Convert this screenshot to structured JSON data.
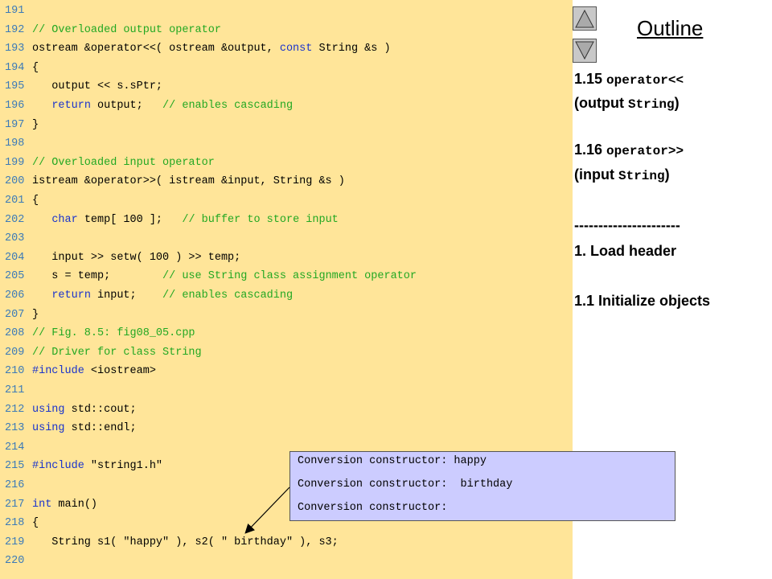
{
  "code_lines": [
    {
      "num": "191",
      "tokens": []
    },
    {
      "num": "192",
      "tokens": [
        {
          "t": "cm",
          "s": "// Overloaded output operator"
        }
      ]
    },
    {
      "num": "193",
      "tokens": [
        {
          "t": "pl",
          "s": "ostream &operator<<( ostream &output, "
        },
        {
          "t": "kw",
          "s": "const"
        },
        {
          "t": "pl",
          "s": " String &s )"
        }
      ]
    },
    {
      "num": "194",
      "tokens": [
        {
          "t": "pl",
          "s": "{"
        }
      ]
    },
    {
      "num": "195",
      "tokens": [
        {
          "t": "pl",
          "s": "   output << s.sPtr;"
        }
      ]
    },
    {
      "num": "196",
      "tokens": [
        {
          "t": "pl",
          "s": "   "
        },
        {
          "t": "kw",
          "s": "return"
        },
        {
          "t": "pl",
          "s": " output;   "
        },
        {
          "t": "cm",
          "s": "// enables cascading"
        }
      ]
    },
    {
      "num": "197",
      "tokens": [
        {
          "t": "pl",
          "s": "}"
        }
      ]
    },
    {
      "num": "198",
      "tokens": []
    },
    {
      "num": "199",
      "tokens": [
        {
          "t": "cm",
          "s": "// Overloaded input operator"
        }
      ]
    },
    {
      "num": "200",
      "tokens": [
        {
          "t": "pl",
          "s": "istream &operator>>( istream &input, String &s )"
        }
      ]
    },
    {
      "num": "201",
      "tokens": [
        {
          "t": "pl",
          "s": "{"
        }
      ]
    },
    {
      "num": "202",
      "tokens": [
        {
          "t": "pl",
          "s": "   "
        },
        {
          "t": "kw",
          "s": "char"
        },
        {
          "t": "pl",
          "s": " temp[ 100 ];   "
        },
        {
          "t": "cm",
          "s": "// buffer to store input"
        }
      ]
    },
    {
      "num": "203",
      "tokens": []
    },
    {
      "num": "204",
      "tokens": [
        {
          "t": "pl",
          "s": "   input >> setw( 100 ) >> temp;"
        }
      ]
    },
    {
      "num": "205",
      "tokens": [
        {
          "t": "pl",
          "s": "   s = temp;        "
        },
        {
          "t": "cm",
          "s": "// use String class assignment operator"
        }
      ]
    },
    {
      "num": "206",
      "tokens": [
        {
          "t": "pl",
          "s": "   "
        },
        {
          "t": "kw",
          "s": "return"
        },
        {
          "t": "pl",
          "s": " input;    "
        },
        {
          "t": "cm",
          "s": "// enables cascading"
        }
      ]
    },
    {
      "num": "207",
      "tokens": [
        {
          "t": "pl",
          "s": "}"
        }
      ]
    },
    {
      "num": "208",
      "tokens": [
        {
          "t": "cm",
          "s": "// Fig. 8.5: fig08_05.cpp"
        }
      ]
    },
    {
      "num": "209",
      "tokens": [
        {
          "t": "cm",
          "s": "// Driver for class String"
        }
      ]
    },
    {
      "num": "210",
      "tokens": [
        {
          "t": "kw",
          "s": "#include"
        },
        {
          "t": "pl",
          "s": " <iostream>"
        }
      ]
    },
    {
      "num": "211",
      "tokens": []
    },
    {
      "num": "212",
      "tokens": [
        {
          "t": "kw",
          "s": "using"
        },
        {
          "t": "pl",
          "s": " std::cout;"
        }
      ]
    },
    {
      "num": "213",
      "tokens": [
        {
          "t": "kw",
          "s": "using"
        },
        {
          "t": "pl",
          "s": " std::endl;"
        }
      ]
    },
    {
      "num": "214",
      "tokens": []
    },
    {
      "num": "215",
      "tokens": [
        {
          "t": "kw",
          "s": "#include"
        },
        {
          "t": "pl",
          "s": " \"string1.h\""
        }
      ]
    },
    {
      "num": "216",
      "tokens": []
    },
    {
      "num": "217",
      "tokens": [
        {
          "t": "kw",
          "s": "int"
        },
        {
          "t": "pl",
          "s": " main()"
        }
      ]
    },
    {
      "num": "218",
      "tokens": [
        {
          "t": "pl",
          "s": "{"
        }
      ]
    },
    {
      "num": "219",
      "tokens": [
        {
          "t": "pl",
          "s": "   String s1( \"happy\" ), s2( \" birthday\" ), s3;"
        }
      ]
    },
    {
      "num": "220",
      "tokens": []
    }
  ],
  "outline": {
    "title": "Outline",
    "items": [
      {
        "parts": [
          {
            "text": "1.15 ",
            "mono": false
          },
          {
            "text": "operator<<",
            "mono": true
          }
        ]
      },
      {
        "parts": [
          {
            "text": "(output ",
            "mono": false
          },
          {
            "text": "String",
            "mono": true
          },
          {
            "text": ")",
            "mono": false
          }
        ]
      },
      {
        "parts": [
          {
            "text": "1.16 ",
            "mono": false
          },
          {
            "text": "operator>>",
            "mono": true
          }
        ]
      },
      {
        "parts": [
          {
            "text": "(input ",
            "mono": false
          },
          {
            "text": "String",
            "mono": true
          },
          {
            "text": ")",
            "mono": false
          }
        ]
      },
      {
        "parts": [
          {
            "text": "----------------------",
            "mono": false
          }
        ]
      },
      {
        "parts": [
          {
            "text": "1. Load header",
            "mono": false
          }
        ]
      },
      {
        "parts": [
          {
            "text": "1.1 Initialize objects",
            "mono": false
          }
        ]
      }
    ]
  },
  "output_box": {
    "lines": [
      "Conversion constructor: happy",
      "Conversion constructor:  birthday",
      "Conversion constructor:"
    ]
  },
  "colors": {
    "code_background": "#ffe599",
    "keyword": "#1a33cc",
    "comment": "#22a822",
    "line_number": "#3b7ab8",
    "output_background": "#ccccff"
  },
  "icons": {
    "nav_up": "triangle-up-icon",
    "nav_down": "triangle-down-icon"
  }
}
